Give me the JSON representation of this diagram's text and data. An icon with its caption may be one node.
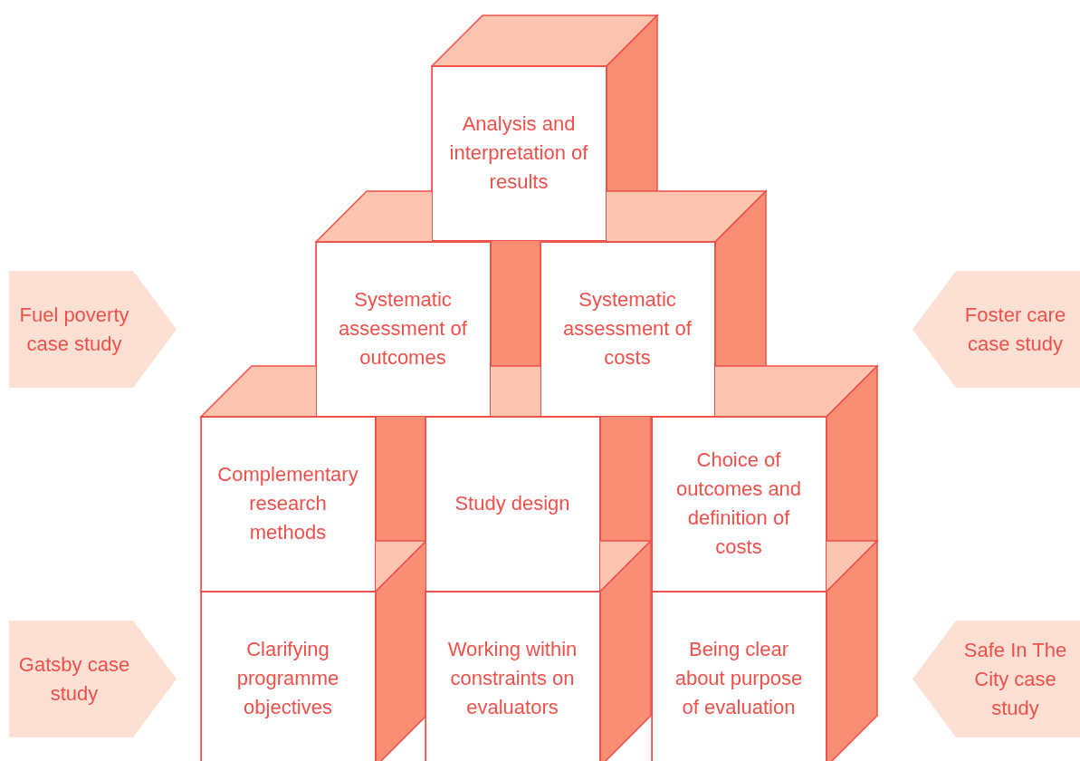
{
  "diagram": {
    "nodes": [
      {
        "text": [
          "Analysis and interpretation of results"
        ]
      },
      {
        "text": [
          "Systematic assessment of outcomes"
        ]
      },
      {
        "text": [
          "Systematic assessment of costs"
        ]
      },
      {
        "text": [
          "Complementary research methods"
        ]
      },
      {
        "text": [
          "Study design"
        ]
      },
      {
        "text": [
          "Choice of outcomes and definition of costs"
        ]
      },
      {
        "text": [
          "Clarifying programme objectives"
        ]
      },
      {
        "text": [
          "Working within constraints on evaluators"
        ]
      },
      {
        "text": [
          "Being clear about purpose of evaluation"
        ]
      },
      {
        "text": [
          "Fuel poverty case study"
        ]
      },
      {
        "text": [
          "Foster care case study"
        ]
      },
      {
        "text": [
          "Gatsby case study"
        ]
      },
      {
        "text": [
          "Safe In The City case study"
        ]
      }
    ]
  }
}
